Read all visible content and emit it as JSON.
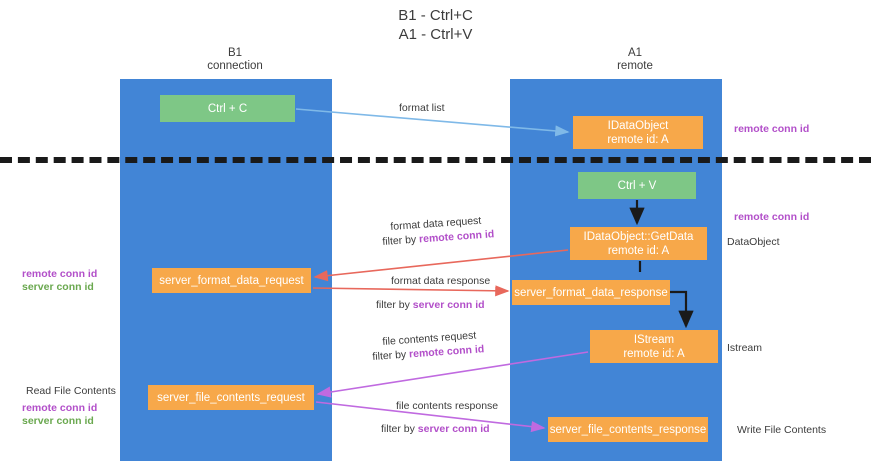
{
  "title": {
    "line1": "B1 - Ctrl+C",
    "line2": "A1 - Ctrl+V"
  },
  "lanes": [
    {
      "id": "b1",
      "name": "B1",
      "sub": "connection",
      "color": "#4285d6"
    },
    {
      "id": "a1",
      "name": "A1",
      "sub": "remote",
      "color": "#4285d6"
    }
  ],
  "colors": {
    "lane": "#4285d6",
    "green_box": "#7ec786",
    "orange_box": "#f7a84a",
    "remote_conn_id": "#b24fc9",
    "server_conn_id": "#6aa84f",
    "divider": "#1a1a1a",
    "arrow_format_list": "#7fb9e8",
    "arrow_format_data": "#e8685c",
    "arrow_file_contents": "#c06ae0",
    "arrow_internal": "#1a1a1a"
  },
  "nodes": {
    "ctrl_c": {
      "label": "Ctrl + C",
      "style": "green"
    },
    "idataobject": {
      "line1": "IDataObject",
      "line2": "remote id: A",
      "style": "orange"
    },
    "ctrl_v": {
      "label": "Ctrl + V",
      "style": "green"
    },
    "getdata": {
      "line1": "IDataObject::GetData",
      "line2": "remote id: A",
      "style": "orange"
    },
    "format_data_request": {
      "label": "server_format_data_request",
      "style": "orange"
    },
    "format_data_response": {
      "label": "server_format_data_response",
      "style": "orange"
    },
    "istream": {
      "line1": "IStream",
      "line2": "remote id: A",
      "style": "orange"
    },
    "file_contents_request": {
      "label": "server_file_contents_request",
      "style": "orange"
    },
    "file_contents_response": {
      "label": "server_file_contents_response",
      "style": "orange"
    }
  },
  "edge_labels": {
    "format_list": "format list",
    "format_data_request": "format data request",
    "format_data_request_filter_prefix": "filter by ",
    "format_data_request_filter_key": "remote conn id",
    "format_data_response": "format data response",
    "format_data_response_filter_prefix": "filter by ",
    "format_data_response_filter_key": "server conn id",
    "file_contents_request": "file contents request",
    "file_contents_request_filter_prefix": "filter by ",
    "file_contents_request_filter_key": "remote conn id",
    "file_contents_response": "file contents response",
    "file_contents_response_filter_prefix": "filter by ",
    "file_contents_response_filter_key": "server conn id"
  },
  "annotations": {
    "right_top_remote": "remote conn id",
    "right_mid_remote": "remote conn id",
    "right_dataobject": "DataObject",
    "right_istream": "Istream",
    "right_write_file": "Write File Contents",
    "left_remote_conn_id": "remote conn id",
    "left_server_conn_id": "server conn id",
    "left_read_file": "Read File Contents",
    "left_remote_conn_id_2": "remote conn id",
    "left_server_conn_id_2": "server conn id"
  }
}
